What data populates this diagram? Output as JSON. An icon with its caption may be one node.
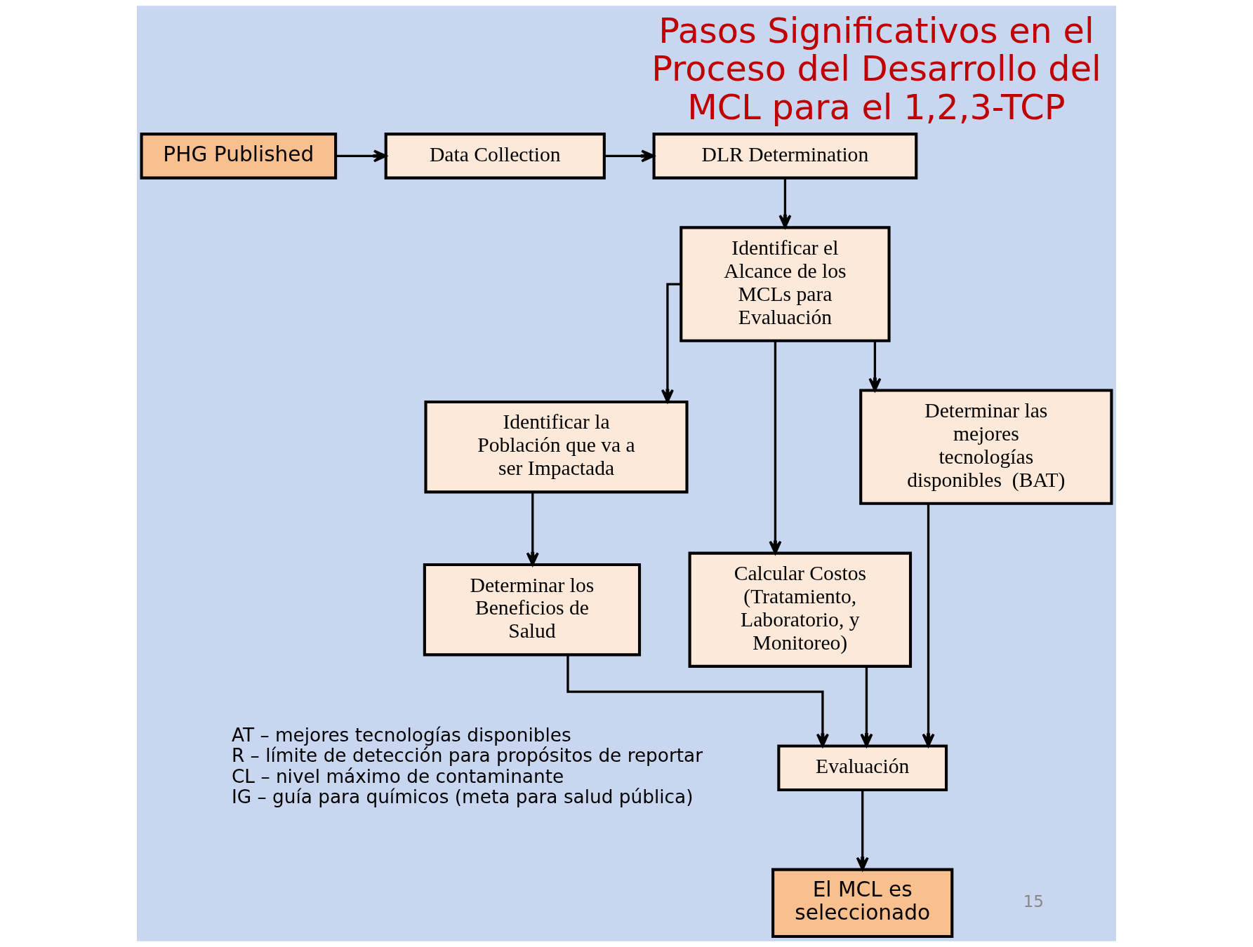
{
  "diagram": {
    "title": "Pasos Significativos en el Proceso del Desarrollo del MCL para el 1,2,3-TCP",
    "nodes": [
      {
        "text": [
          "PHG Published"
        ]
      },
      {
        "text": [
          "Data Collection"
        ]
      },
      {
        "text": [
          "DLR Determination"
        ]
      },
      {
        "text": [
          "Identificar el Alcance de los MCLs para Evaluación"
        ]
      },
      {
        "text": [
          "Identificar la Población que va a ser Impactada"
        ]
      },
      {
        "text": [
          "Calcular Costos (Tratamiento, Laboratorio, y Monitoreo)"
        ]
      },
      {
        "text": [
          "Determinar las mejores tecnologías disponibles  (BAT)"
        ]
      },
      {
        "text": [
          "Determinar los Beneficios de Salud"
        ]
      },
      {
        "text": [
          "Evaluación"
        ]
      },
      {
        "text": [
          "El MCL es seleccionado"
        ]
      }
    ],
    "edges": [
      {
        "from": 0,
        "to": 1,
        "arrow": "to"
      },
      {
        "from": 1,
        "to": 2,
        "arrow": "to"
      },
      {
        "from": 2,
        "to": 3,
        "arrow": "to"
      },
      {
        "from": 3,
        "to": 4,
        "arrow": "to"
      },
      {
        "from": 3,
        "to": 5,
        "arrow": "to"
      },
      {
        "from": 3,
        "to": 6,
        "arrow": "to"
      },
      {
        "from": 4,
        "to": 7,
        "arrow": "to"
      },
      {
        "from": 7,
        "to": 8,
        "arrow": "to"
      },
      {
        "from": 5,
        "to": 8,
        "arrow": "to"
      },
      {
        "from": 6,
        "to": 8,
        "arrow": "to"
      },
      {
        "from": 8,
        "to": 9,
        "arrow": "to"
      }
    ],
    "labels": [
      "AT – mejores tecnologías disponibles",
      "R – límite de detección para propósitos de reportar",
      "CL – nivel máximo de contaminante",
      "IG – guía para químicos (meta para salud pública)",
      "15"
    ]
  }
}
